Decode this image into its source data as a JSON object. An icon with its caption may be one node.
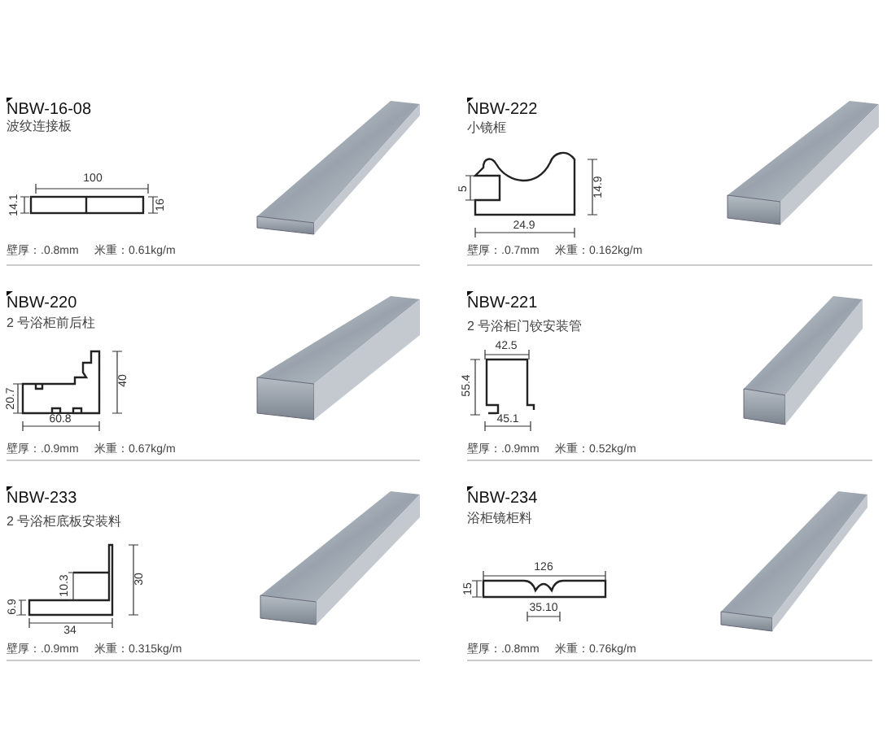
{
  "diagram": {
    "labels": [
      "NBW-16-08",
      "波纹连接板",
      "100",
      "14.1",
      "16",
      "壁厚：.0.8mm",
      "米重：0.61kg/m",
      "NBW-222",
      "小镜框",
      "5",
      "14.9",
      "24.9",
      "壁厚：.0.7mm",
      "米重：0.162kg/m",
      "NBW-220",
      "2 号浴柜前后柱",
      "20.7",
      "40",
      "60.8",
      "壁厚：.0.9mm",
      "米重：0.67kg/m",
      "NBW-221",
      "2 号浴柜门铰安装管",
      "42.5",
      "55.4",
      "45.1",
      "壁厚：.0.9mm",
      "米重：0.52kg/m",
      "NBW-233",
      "2 号浴柜底板安装料",
      "6.9",
      "10.3",
      "30",
      "34",
      "壁厚：.0.9mm",
      "米重：0.315kg/m",
      "NBW-234",
      "浴柜镜柜料",
      "126",
      "15",
      "35.10",
      "壁厚：.0.8mm",
      "米重：0.76kg/m"
    ]
  }
}
